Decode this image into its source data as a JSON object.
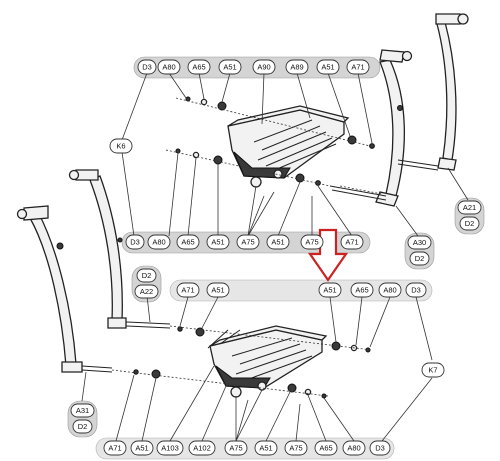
{
  "labels": {
    "top_row": [
      "D3",
      "A80",
      "A65",
      "A51",
      "A90",
      "A89",
      "A51",
      "A71"
    ],
    "mid_row": [
      "D3",
      "A80",
      "A65",
      "A51",
      "A75",
      "A51",
      "A75",
      "A71"
    ],
    "lower_top_row": [
      "A71",
      "A51",
      "A51",
      "A65",
      "A80",
      "D3"
    ],
    "bottom_row": [
      "A71",
      "A51",
      "A103",
      "A102",
      "A75",
      "A51",
      "A75",
      "A65",
      "A80",
      "D3"
    ],
    "k6": "K6",
    "k7": "K7",
    "stack_a21": [
      "A21",
      "D2"
    ],
    "stack_a30": [
      "A30",
      "D2"
    ],
    "stack_a22": [
      "D2",
      "A22"
    ],
    "stack_a31": [
      "A31",
      "D2"
    ]
  },
  "colors": {
    "strip": "#d4d4d4",
    "arrow": "#cc2222"
  }
}
